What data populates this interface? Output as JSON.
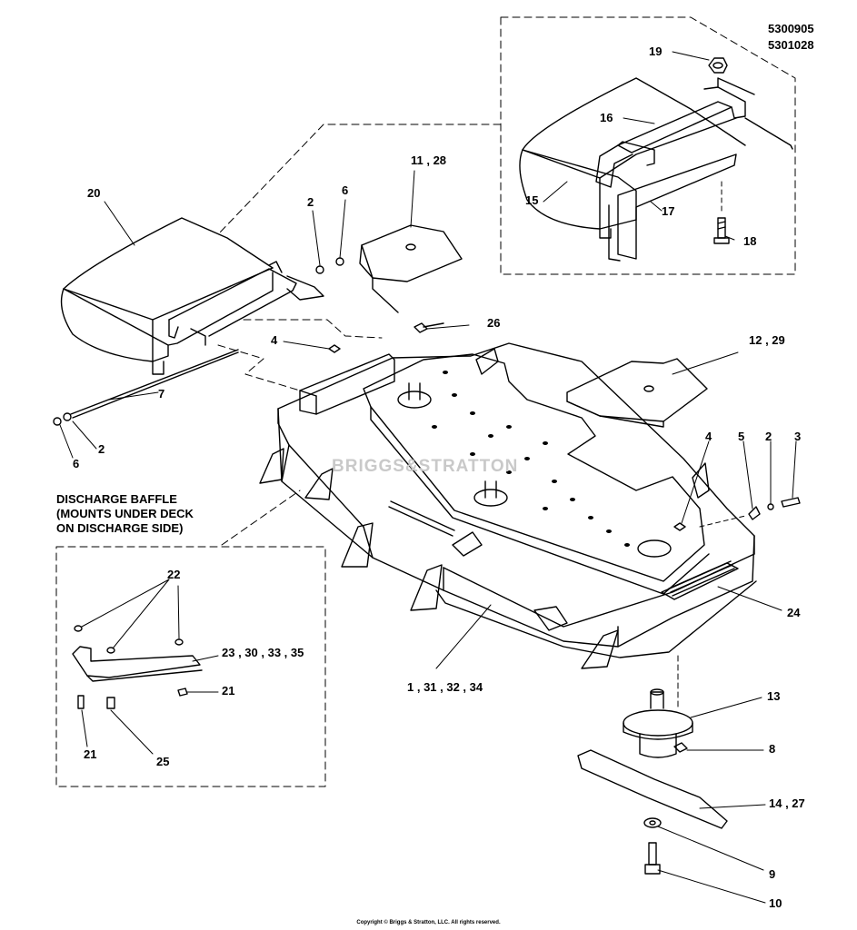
{
  "models": [
    "5300905",
    "5301028"
  ],
  "discharge_baffle_title": [
    "DISCHARGE BAFFLE",
    "(MOUNTS UNDER DECK",
    "ON DISCHARGE SIDE)"
  ],
  "watermark": "BRIGGS&STRATTON",
  "copyright": "Copyright © Briggs & Stratton, LLC. All rights reserved.",
  "callouts": {
    "c19": "19",
    "c16": "16",
    "c15": "15",
    "c17": "17",
    "c18": "18",
    "c11_28": "11 , 28",
    "c20": "20",
    "c2_top": "2",
    "c6_top": "6",
    "c26": "26",
    "c4_left": "4",
    "c7": "7",
    "c6_left": "6",
    "c2_left": "2",
    "c12_29": "12 , 29",
    "c4_right": "4",
    "c5": "5",
    "c2_right": "2",
    "c3": "3",
    "c22": "22",
    "c23_30_33_35": "23 , 30 , 33 , 35",
    "c21_right": "21",
    "c21_left": "21",
    "c25": "25",
    "c24": "24",
    "c1_31_32_34": "1 , 31 , 32 , 34",
    "c13": "13",
    "c8": "8",
    "c14_27": "14 , 27",
    "c9": "9",
    "c10": "10"
  }
}
